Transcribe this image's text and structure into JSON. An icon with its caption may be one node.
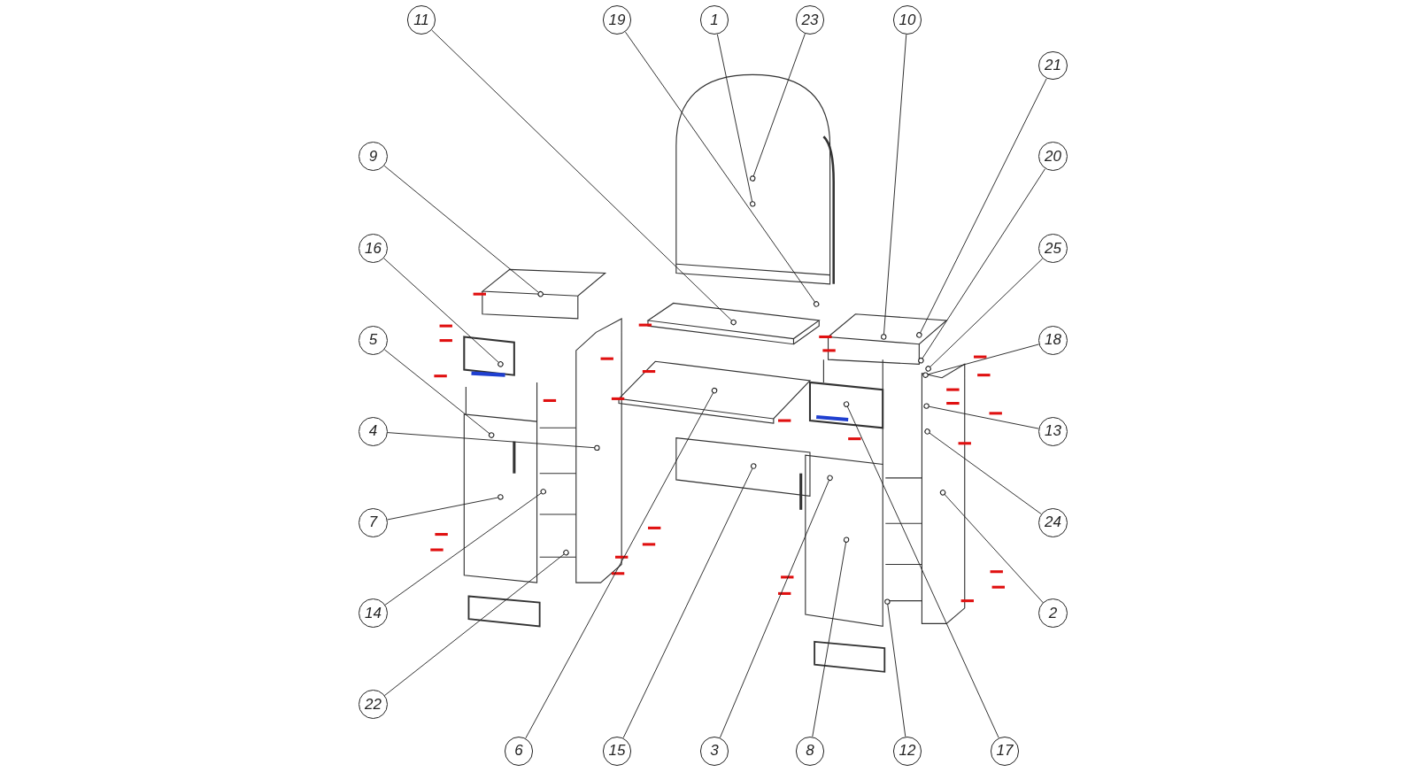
{
  "diagram": {
    "nodes": [
      {
        "text": [
          "11"
        ]
      },
      {
        "text": [
          "19"
        ]
      },
      {
        "text": [
          "1"
        ]
      },
      {
        "text": [
          "23"
        ]
      },
      {
        "text": [
          "10"
        ]
      },
      {
        "text": [
          "21"
        ]
      },
      {
        "text": [
          "9"
        ]
      },
      {
        "text": [
          "20"
        ]
      },
      {
        "text": [
          "16"
        ]
      },
      {
        "text": [
          "25"
        ]
      },
      {
        "text": [
          "5"
        ]
      },
      {
        "text": [
          "18"
        ]
      },
      {
        "text": [
          "4"
        ]
      },
      {
        "text": [
          "13"
        ]
      },
      {
        "text": [
          "7"
        ]
      },
      {
        "text": [
          "24"
        ]
      },
      {
        "text": [
          "14"
        ]
      },
      {
        "text": [
          "2"
        ]
      },
      {
        "text": [
          "22"
        ]
      },
      {
        "text": [
          "6"
        ]
      },
      {
        "text": [
          "15"
        ]
      },
      {
        "text": [
          "3"
        ]
      },
      {
        "text": [
          "8"
        ]
      },
      {
        "text": [
          "12"
        ]
      },
      {
        "text": [
          "17"
        ]
      }
    ],
    "edges": [
      {
        "from": 0,
        "to": null,
        "arrow": "other"
      },
      {
        "from": 1,
        "to": null,
        "arrow": "other"
      },
      {
        "from": 2,
        "to": null,
        "arrow": "other"
      },
      {
        "from": 3,
        "to": null,
        "arrow": "other"
      },
      {
        "from": 4,
        "to": null,
        "arrow": "other"
      },
      {
        "from": 5,
        "to": null,
        "arrow": "other"
      },
      {
        "from": 6,
        "to": null,
        "arrow": "other"
      },
      {
        "from": 7,
        "to": null,
        "arrow": "other"
      },
      {
        "from": 8,
        "to": null,
        "arrow": "other"
      },
      {
        "from": 9,
        "to": null,
        "arrow": "other"
      },
      {
        "from": 10,
        "to": null,
        "arrow": "other"
      },
      {
        "from": 11,
        "to": null,
        "arrow": "other"
      },
      {
        "from": 12,
        "to": null,
        "arrow": "other"
      },
      {
        "from": 13,
        "to": null,
        "arrow": "other"
      },
      {
        "from": 14,
        "to": null,
        "arrow": "other"
      },
      {
        "from": 15,
        "to": null,
        "arrow": "other"
      },
      {
        "from": 16,
        "to": null,
        "arrow": "other"
      },
      {
        "from": 17,
        "to": null,
        "arrow": "other"
      },
      {
        "from": 18,
        "to": null,
        "arrow": "other"
      },
      {
        "from": 19,
        "to": null,
        "arrow": "other"
      },
      {
        "from": 20,
        "to": null,
        "arrow": "other"
      },
      {
        "from": 21,
        "to": null,
        "arrow": "other"
      },
      {
        "from": 22,
        "to": null,
        "arrow": "other"
      },
      {
        "from": 23,
        "to": null,
        "arrow": "other"
      },
      {
        "from": 24,
        "to": null,
        "arrow": "other"
      }
    ]
  }
}
